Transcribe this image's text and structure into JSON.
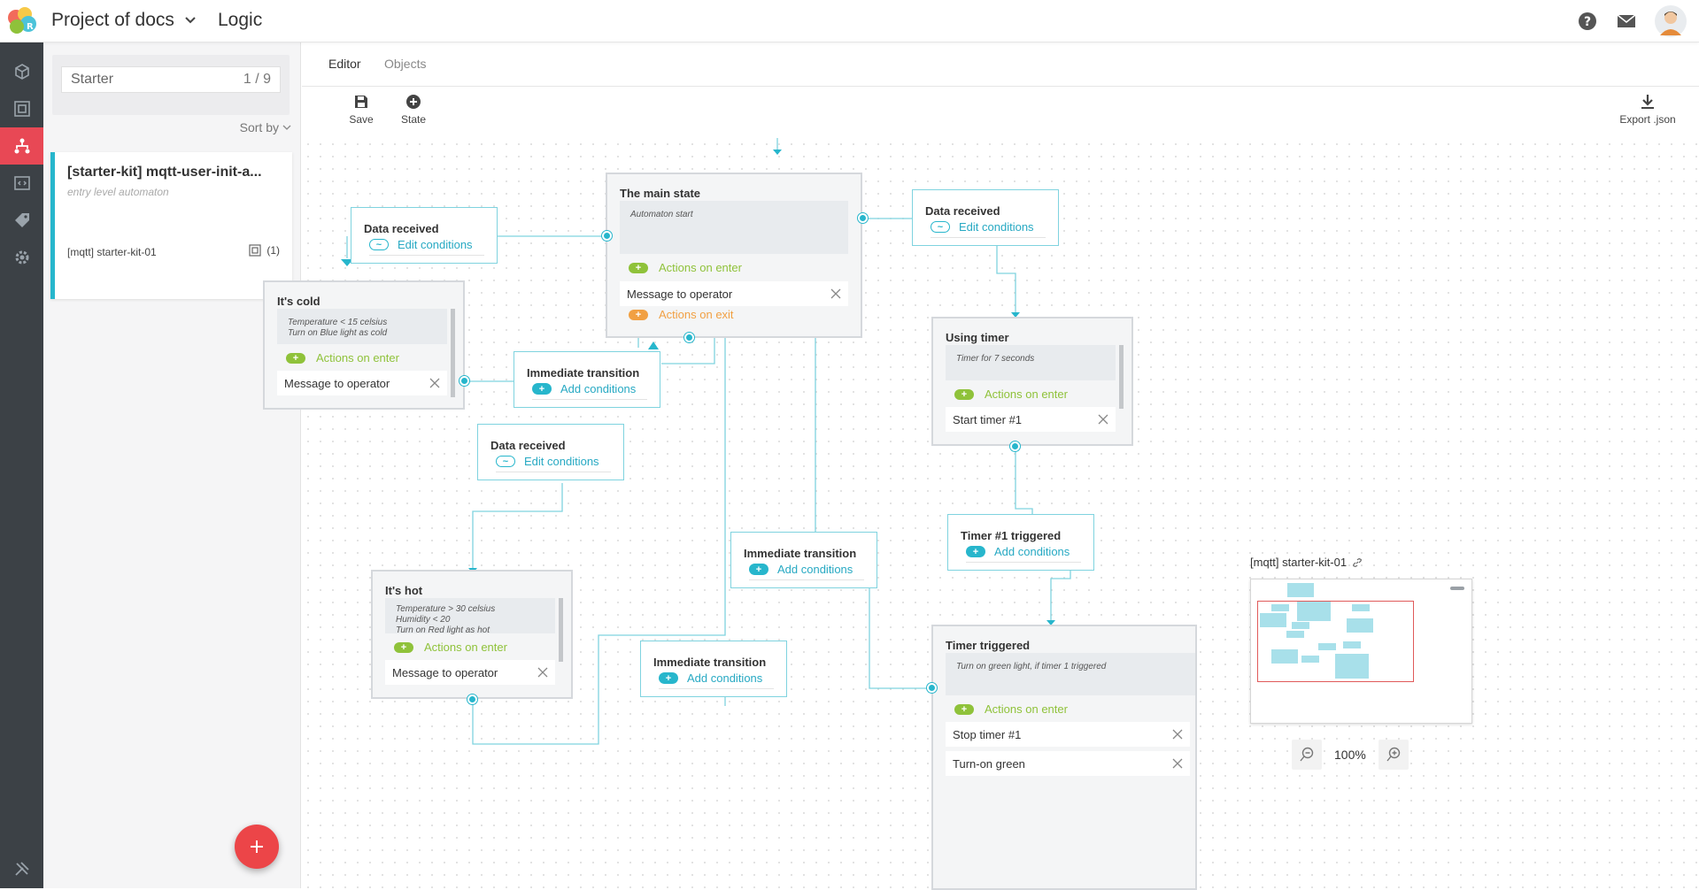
{
  "app": {
    "project_name": "Project of docs",
    "section_title": "Logic"
  },
  "sidebar": {
    "items": [
      {
        "icon": "cube-icon"
      },
      {
        "icon": "device-frame-icon"
      },
      {
        "icon": "hierarchy-icon",
        "active": true
      },
      {
        "icon": "code-icon"
      },
      {
        "icon": "tag-icon"
      },
      {
        "icon": "gear-network-icon"
      }
    ],
    "bottom_icon": "tools-icon"
  },
  "list_panel": {
    "search": {
      "value": "Starter",
      "count": "1 / 9"
    },
    "sort_label": "Sort by",
    "cards": [
      {
        "title": "[starter-kit] mqtt-user-init-a...",
        "subtitle": "entry level automaton",
        "device": "[mqtt] starter-kit-01",
        "device_count": "(1)"
      }
    ]
  },
  "tabs": {
    "editor": "Editor",
    "objects": "Objects"
  },
  "toolbar": {
    "save": "Save",
    "state": "State",
    "export": "Export .json"
  },
  "nodes": {
    "main_state": {
      "title": "The main state",
      "desc": "Automaton start",
      "enter_label": "Actions on enter",
      "item1": "Message to operator",
      "exit_label": "Actions on exit"
    },
    "data_received_1": {
      "title": "Data received",
      "cond": "Edit conditions"
    },
    "data_received_2": {
      "title": "Data received",
      "cond": "Edit conditions"
    },
    "data_received_3": {
      "title": "Data received",
      "cond": "Edit conditions"
    },
    "cold": {
      "title": "It's cold",
      "desc": "Temperature < 15 celsius\nTurn on Blue light as cold",
      "enter_label": "Actions on enter",
      "item1": "Message to operator"
    },
    "immediate_1": {
      "title": "Immediate transition",
      "cond": "Add conditions"
    },
    "immediate_2": {
      "title": "Immediate transition",
      "cond": "Add conditions"
    },
    "immediate_3": {
      "title": "Immediate transition",
      "cond": "Add conditions"
    },
    "using_timer": {
      "title": "Using timer",
      "desc": "Timer for 7  seconds",
      "enter_label": "Actions on enter",
      "item1": "Start timer #1"
    },
    "timer1_triggered": {
      "title": "Timer #1 triggered",
      "cond": "Add conditions"
    },
    "hot": {
      "title": "It's hot",
      "desc": "Temperature > 30 celsius\nHumidity < 20\nTurn on  Red light as hot",
      "enter_label": "Actions on enter",
      "item1": "Message to operator"
    },
    "timer_triggered": {
      "title": "Timer triggered",
      "desc": "Turn on green light, if timer 1 triggered",
      "enter_label": "Actions on enter",
      "item1": "Stop timer #1",
      "item2": "Turn-on green"
    }
  },
  "minimap": {
    "label": "[mqtt] starter-kit-01"
  },
  "zoom": {
    "value": "100%"
  },
  "colors": {
    "accent": "#27b6cc",
    "active_nav": "#e84855",
    "fab": "#ec4548",
    "enter": "#8fc23a",
    "exit": "#f1a043"
  }
}
